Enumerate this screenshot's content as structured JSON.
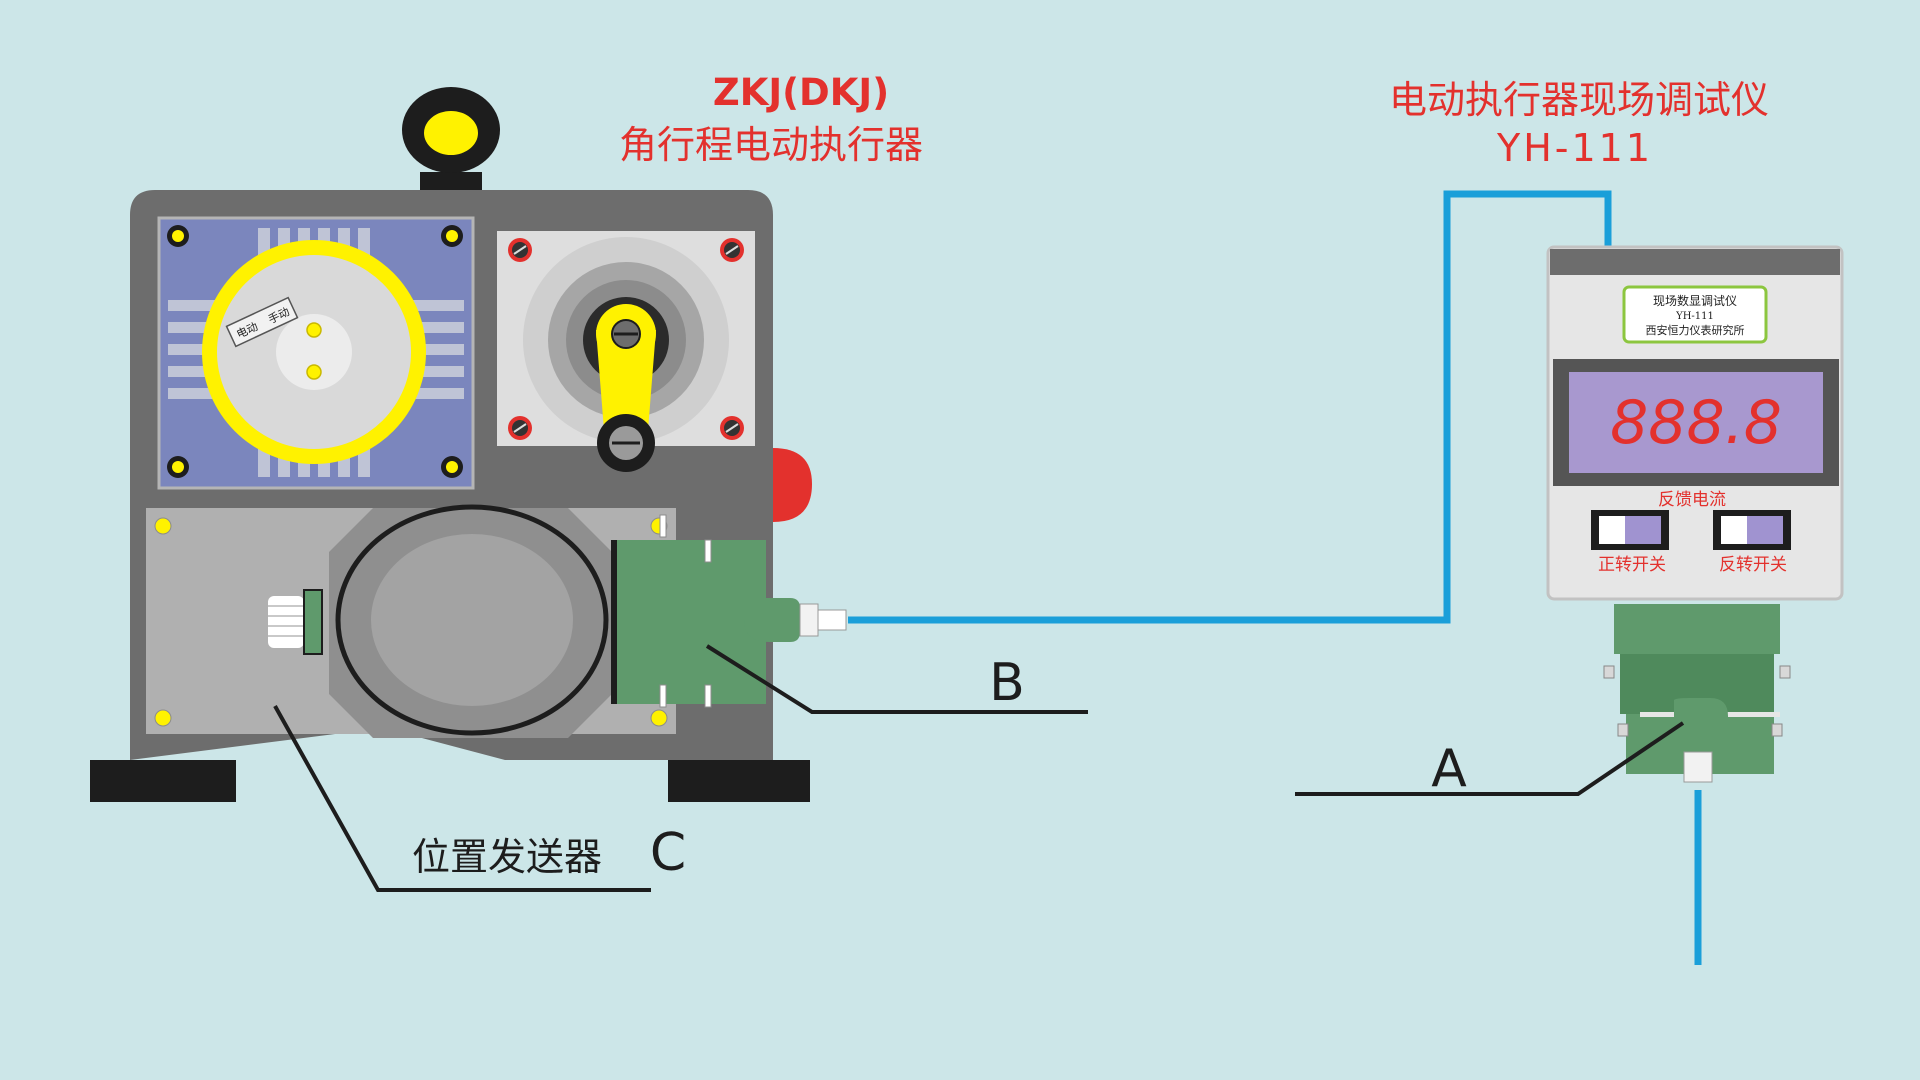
{
  "actuator": {
    "title_line1": "ZKJ(DKJ)",
    "title_line2": "角行程电动执行器",
    "handwheel_label_left": "电动",
    "handwheel_label_right": "手动"
  },
  "tester": {
    "title_line1": "电动执行器现场调试仪",
    "title_line2": "YH-111",
    "nameplate_line1": "现场数显调试仪",
    "nameplate_line2": "YH-111",
    "nameplate_line3": "西安恒力仪表研究所",
    "display_value": "888.8",
    "feedback_label": "反馈电流",
    "switch_forward_label": "正转开关",
    "switch_reverse_label": "反转开关"
  },
  "callouts": {
    "a_label": "A",
    "b_label": "B",
    "c_text": "位置发送器",
    "c_label": "C"
  },
  "colors": {
    "background": "#cce6e8",
    "title_red": "#e3312d",
    "cable_blue": "#1a9fd9",
    "body_gray": "#6d6d6d",
    "plate_blue": "#7b86bd",
    "handwheel_yellow": "#fff200",
    "connector_green": "#5f9a6c",
    "display_purple": "#a898cf",
    "display_digits": "#e3312d"
  }
}
